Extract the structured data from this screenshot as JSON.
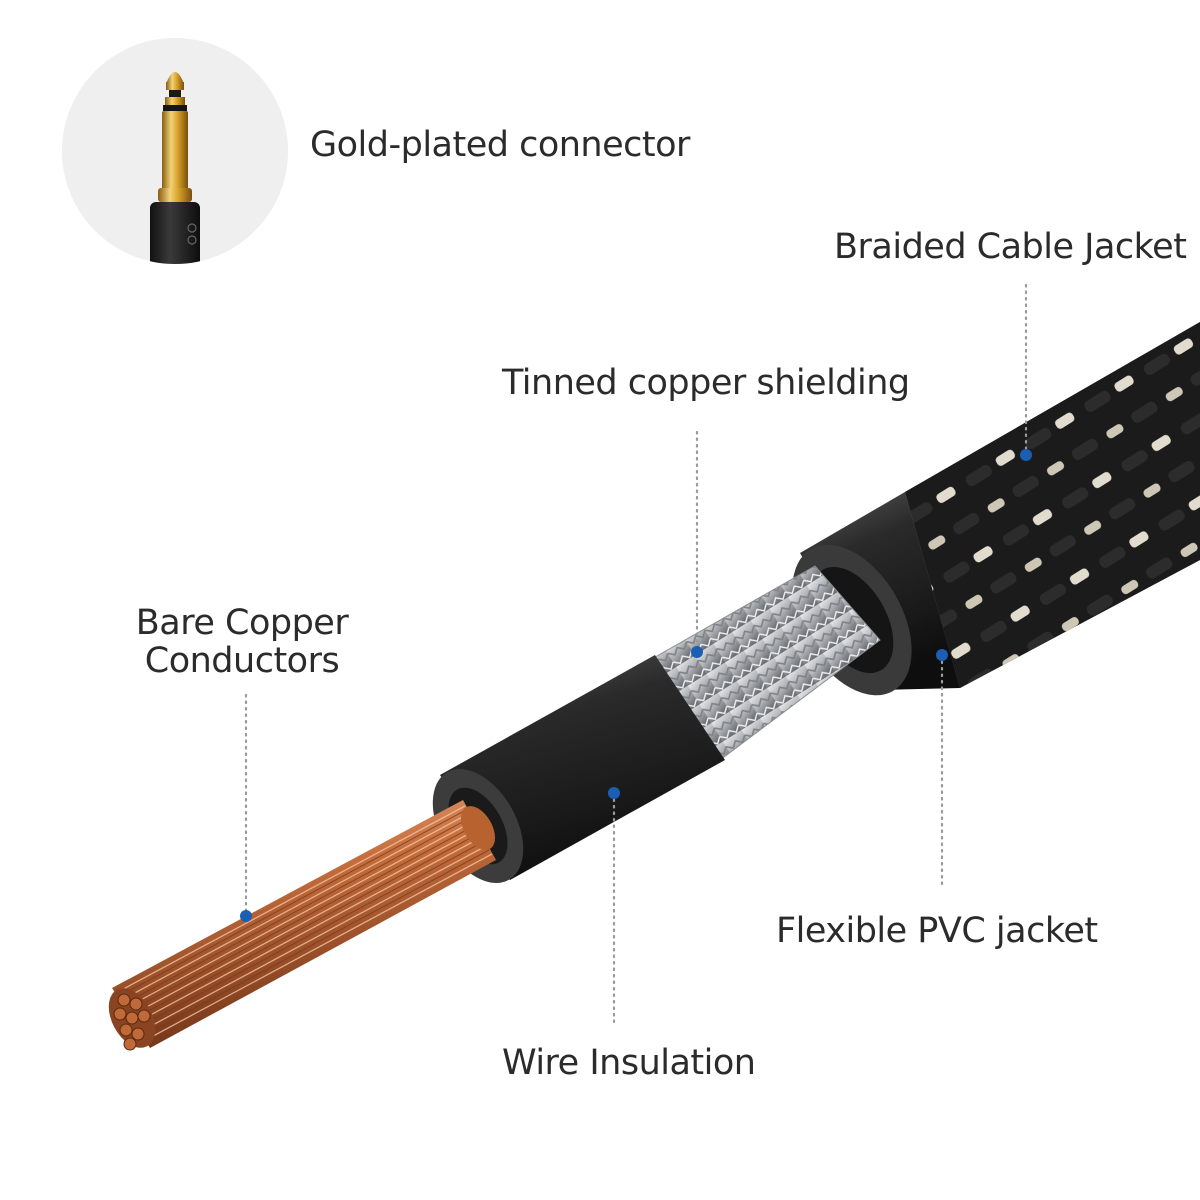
{
  "labels": {
    "connector": "Gold-plated connector",
    "braided_jacket": "Braided Cable Jacket",
    "shielding": "Tinned copper shielding",
    "conductors_line1": "Bare Copper",
    "conductors_line2": "Conductors",
    "pvc_jacket": "Flexible PVC jacket",
    "insulation": "Wire Insulation"
  },
  "colors": {
    "marker": "#1a5fb4",
    "leader": "#9a9a9a",
    "label_text": "#2b2b2b",
    "copper": "#c06a3a",
    "pvc": "#262626",
    "braid_dark": "#1c1c1c",
    "braid_light": "#d9d2c3",
    "shield": "#b9bcc0",
    "gold": "#d9a528",
    "circle_bg": "#efefef"
  },
  "icons": [
    "jack-plug-icon"
  ]
}
